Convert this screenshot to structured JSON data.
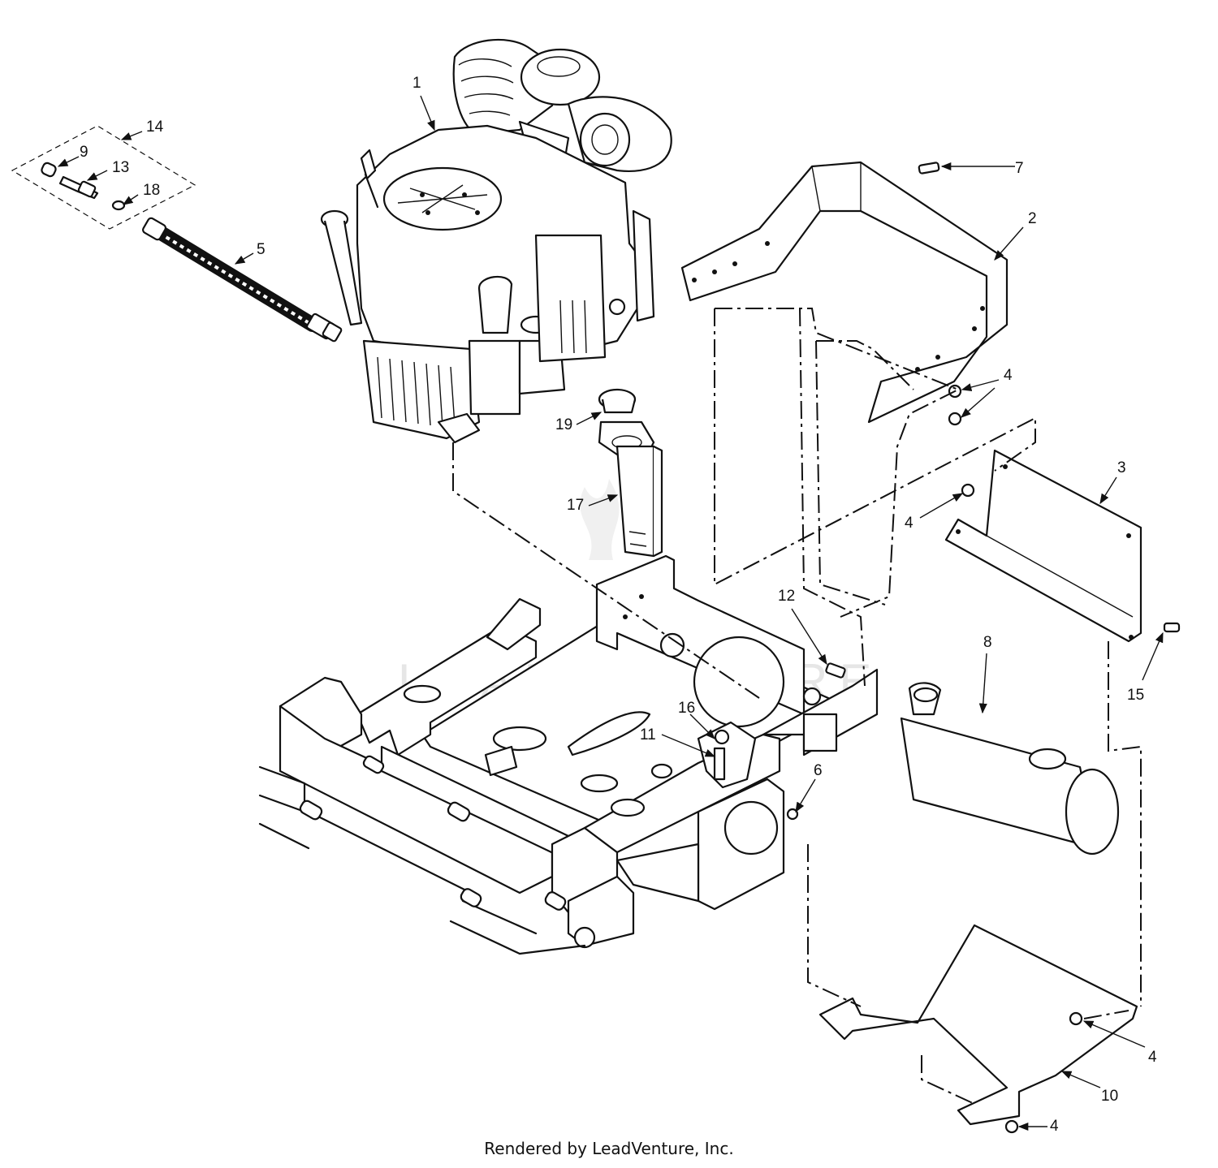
{
  "watermark": "LEADVENTURE",
  "footer": "Rendered by LeadVenture, Inc.",
  "callouts": {
    "c1": "1",
    "c2": "2",
    "c3": "3",
    "c4a": "4",
    "c4b": "4",
    "c4c": "4",
    "c4d": "4",
    "c5": "5",
    "c6": "6",
    "c7": "7",
    "c8": "8",
    "c9": "9",
    "c10": "10",
    "c11": "11",
    "c12": "12",
    "c13": "13",
    "c14": "14",
    "c15": "15",
    "c16": "16",
    "c17": "17",
    "c18": "18",
    "c19": "19"
  }
}
